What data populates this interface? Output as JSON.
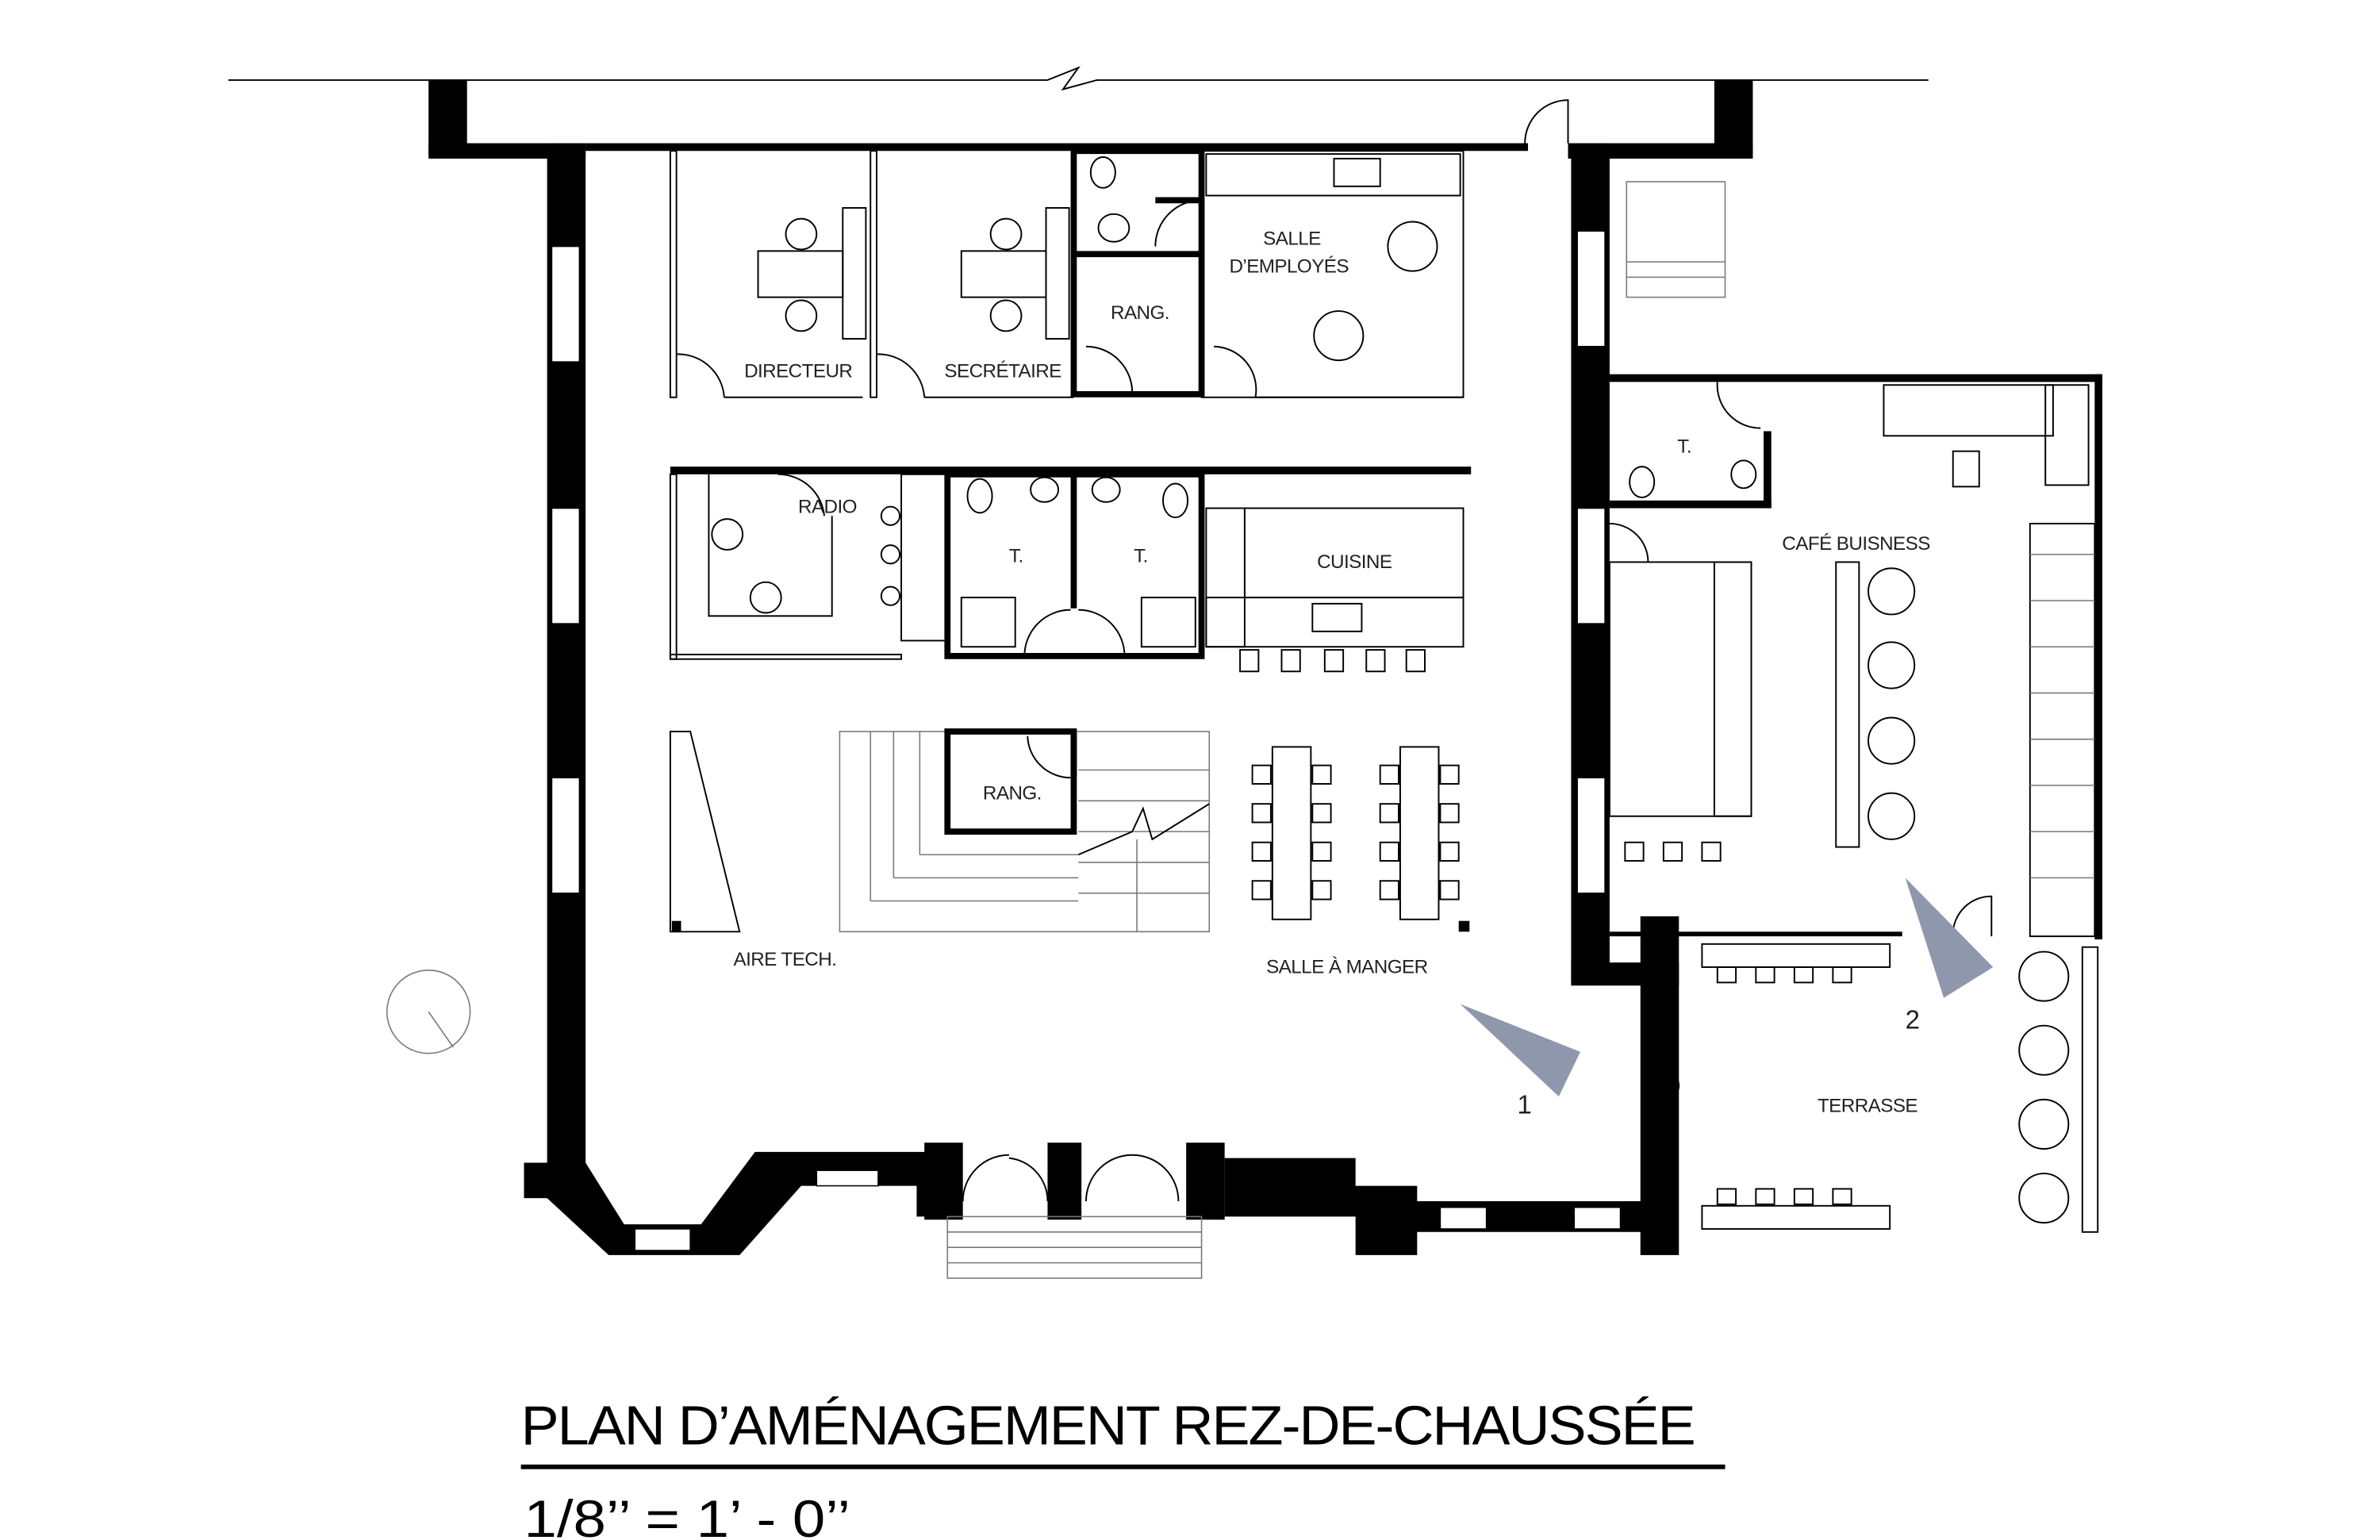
{
  "plan": {
    "title": "PLAN D’AMÉNAGEMENT REZ-DE-CHAUSSÉE",
    "scale": "1/8’’ = 1’ - 0’’",
    "rooms": {
      "directeur": "DIRECTEUR",
      "secretaire": "SECRÉTAIRE",
      "rangement_1": "RANG.",
      "salle_employes_1": "SALLE",
      "salle_employes_2": "D’EMPLOYÉS",
      "radio": "RADIO",
      "toilette_1": "T.",
      "toilette_2": "T.",
      "cuisine": "CUISINE",
      "rangement_2": "RANG.",
      "aire_tech": "AIRE TECH.",
      "salle_manger": "SALLE À MANGER",
      "toilette_cafe": "T.",
      "cafe": "CAFÉ BUISNESS",
      "terrasse": "TERRASSE"
    },
    "views": {
      "view_1": "1",
      "view_2": "2"
    },
    "colors": {
      "wall": "#000000",
      "camera_marker": "#8f97ad"
    }
  }
}
